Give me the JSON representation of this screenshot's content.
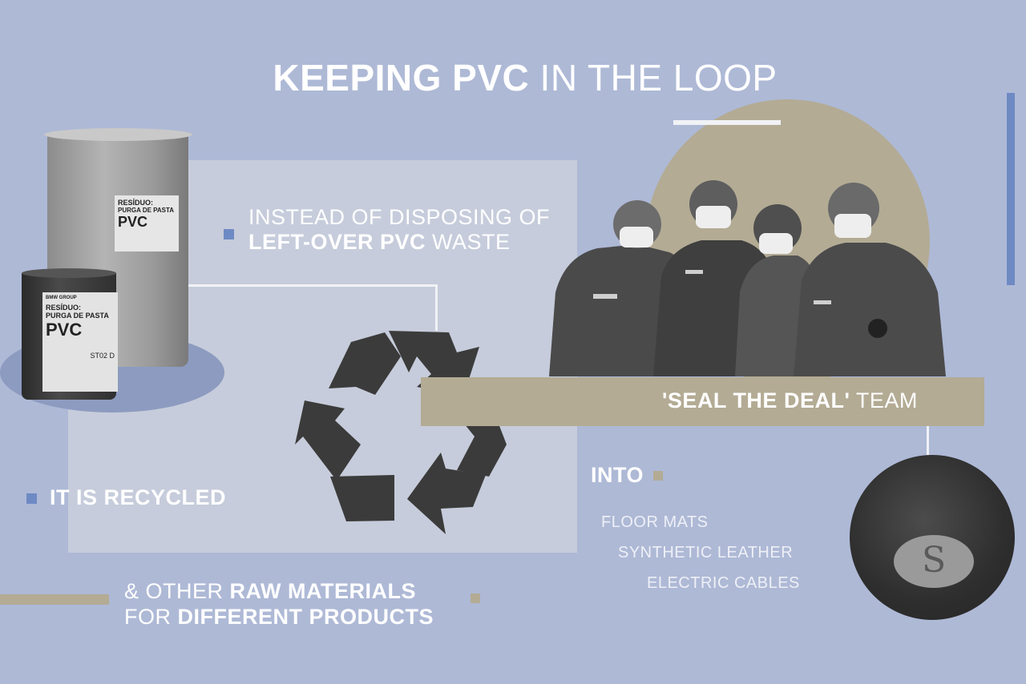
{
  "title": {
    "bold": "KEEPING PVC",
    "light": " IN THE LOOP"
  },
  "steps": {
    "instead": {
      "line1": "INSTEAD OF DISPOSING OF",
      "line2_bold": "LEFT-OVER PVC",
      "line2_light": " WASTE"
    },
    "recycled": "IT IS RECYCLED",
    "into": "INTO",
    "raw": {
      "line1_light": "& OTHER ",
      "line1_bold": "RAW MATERIALS",
      "line2_light": "FOR ",
      "line2_bold": "DIFFERENT PRODUCTS"
    }
  },
  "products": [
    "FLOOR MATS",
    "SYNTHETIC LEATHER",
    "ELECTRIC CABLES"
  ],
  "team": {
    "bold": "'SEAL THE DEAL'",
    "light": " TEAM"
  },
  "barrels": {
    "large": {
      "label_top": "RESÍDUO:",
      "label_mid": "PURGA DE PASTA",
      "label_big": "PVC"
    },
    "small": {
      "brand": "BMW GROUP",
      "label_top": "RESÍDUO:",
      "label_mid": "PURGA DE PASTA",
      "label_big": "PVC",
      "code": "ST02 D"
    }
  },
  "colors": {
    "background": "#aeb9d6",
    "panel": "#c6ccdb",
    "accent_tan": "#b3ab94",
    "accent_blue": "#6e8ac4"
  }
}
